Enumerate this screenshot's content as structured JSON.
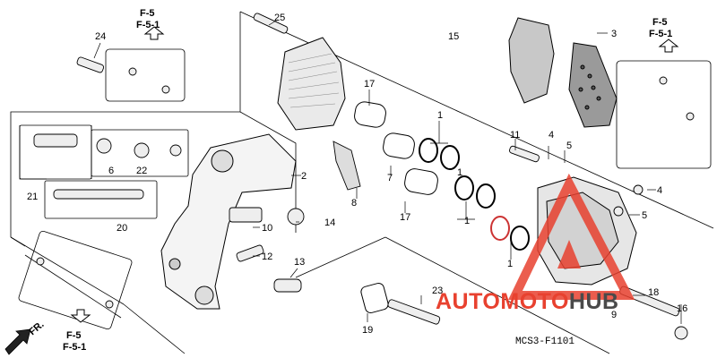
{
  "refs": {
    "top_left_1": "F-5",
    "top_left_2": "F-5-1",
    "top_right_1": "F-5",
    "top_right_2": "F-5-1",
    "bottom_left_1": "F-5",
    "bottom_left_2": "F-5-1"
  },
  "direction": "FR.",
  "diagram_code": "MCS3-F1101",
  "watermark": {
    "auto": "AUTO",
    "moto": "MOTO",
    "hub": "HUB",
    "color_red": "#e8412f",
    "color_dark": "#4a4a4a"
  },
  "callouts": {
    "n1a": "1",
    "n1b": "1",
    "n1c": "1",
    "n1d": "1",
    "n2": "2",
    "n3": "3",
    "n4a": "4",
    "n4b": "4",
    "n5a": "5",
    "n5b": "5",
    "n6": "6",
    "n7": "7",
    "n8": "8",
    "n9": "9",
    "n10": "10",
    "n11": "11",
    "n12": "12",
    "n13": "13",
    "n14": "14",
    "n15": "15",
    "n16": "16",
    "n17a": "17",
    "n17b": "17",
    "n18": "18",
    "n19": "19",
    "n20": "20",
    "n21": "21",
    "n22": "22",
    "n23": "23",
    "n24": "24",
    "n25": "25"
  }
}
